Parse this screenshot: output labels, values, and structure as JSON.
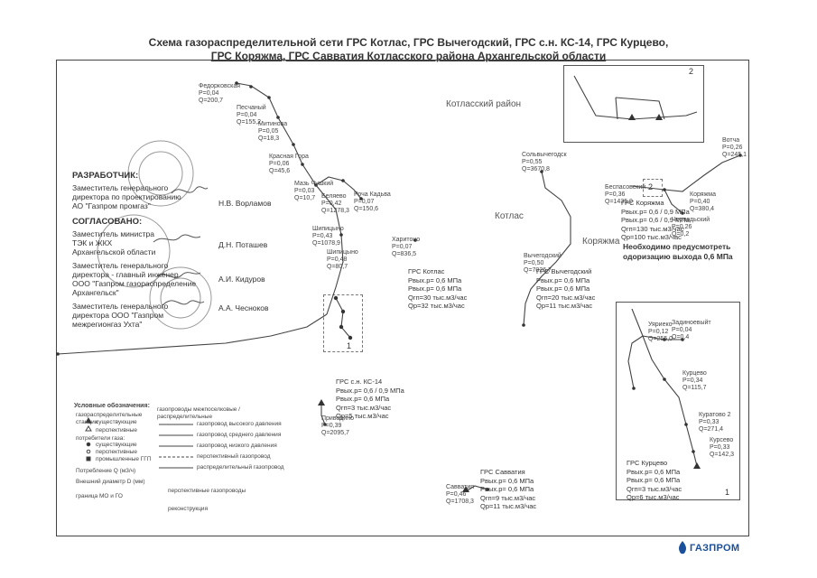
{
  "title": {
    "line1": "Схема газораспределительной сети ГРС Котлас, ГРС Вычегодский, ГРС с.н. КС-14, ГРС Курцево,",
    "line2": "ГРС Коряжма, ГРС Савватия Котласского района Архангельской области"
  },
  "regions": {
    "kotlas_district": "Котласский район",
    "kotlas": "Котлас",
    "koryazhma": "Коряжма"
  },
  "box_numbers": {
    "one": "1",
    "two": "2"
  },
  "grs": {
    "kotlas": "ГРС Котлас\nРвых.р= 0,6 МПа\nРвых.р= 0,6 МПа\nQгп=30 тыс.м3/час\nQр=32 тыс.м3/час",
    "vychegodsky": "ГРС Вычегодский\nРвых.р= 0,6 МПа\nРвых.р= 0,6 МПа\nQгп=20 тыс.м3/час\nQр=11 тыс.м3/час",
    "koryazhma": "ГРС Коряжма\nРвых.р= 0,6 / 0,9 МПа\nРвых.р= 0,6 / 0,9 МПа\nQгп=130 тыс.м3/час\nQр=100 тыс.м3/час",
    "ks14": "ГРС с.н. КС-14\nРвых.р= 0,6 / 0,9 МПа\nРвых.р= 0,6 МПа\nQгп=3 тыс.м3/час\nQр=5 тыс.м3/час",
    "savvatiya": "ГРС Савватия\nРвых.р= 0,6 МПа\nРвых.р= 0,6 МПа\nQгп=9 тыс.м3/час\nQр=11 тыс.м3/час",
    "kurtsevo": "ГРС Курцево\nРвых.р= 0,6 МПа\nРвых.р= 0,6 МПа\nQгп=3 тыс.м3/час\nQр=6 тыс.м3/час"
  },
  "note": "Необходимо предусмотреть\nодоризацию выхода 0,6 МПа",
  "approvals": {
    "developer_heading": "РАЗРАБОТЧИК:",
    "developer_role": "Заместитель генерального\nдиректора по проектированию\nАО \"Газпром промгаз\"",
    "developer_name": "Н.В. Ворламов",
    "agreed_heading": "СОГЛАСОВАНО:",
    "agreed1_role": "Заместитель министра\nТЭК и ЖКХ\nАрхангельской области",
    "agreed1_name": "Д.Н. Поташев",
    "agreed2_role": "Заместитель генерального\nдиректора - главный инженер\nООО \"Газпром газораспределение\nАрхангельск\"",
    "agreed2_name": "А.И. Кидуров",
    "agreed3_role": "Заместитель генерального\nдиректора ООО \"Газпром\nмежрегионгаз Ухта\"",
    "agreed3_name": "А.А. Чесноков"
  },
  "settlements": [
    {
      "label": "Федорковская\nР=0,04\nQ=200,7"
    },
    {
      "label": "Песчаный\nР=0,04\nQ=155,2"
    },
    {
      "label": "Митинова\nР=0,05\nQ=18,3"
    },
    {
      "label": "Красная Гора\nР=0,06\nQ=45,6"
    },
    {
      "label": "Мазь Чушкий\nР=0,03\nQ=10,7"
    },
    {
      "label": "Беляево\nР=0,42\nQ=1278,3"
    },
    {
      "label": "Роча Кадьва\nР=0,07\nQ=150,6"
    },
    {
      "label": "Шипицыно\nР=0,43\nQ=1078,9"
    },
    {
      "label": "Шипицыно\nР=0,48\nQ=80,7"
    },
    {
      "label": "Харитоно\nР=0,07\nQ=836,5"
    },
    {
      "label": "Приводино\nР=0,39\nQ=2095,7"
    },
    {
      "label": "Сольвычегодск\nР=0,55\nQ=3670,8"
    },
    {
      "label": "Вычегодский\nР=0,50\nQ=7026,7"
    },
    {
      "label": "Беспасовский\nР=0,36\nQ=1435,0"
    },
    {
      "label": "Коряжма\nР=0,40\nQ=380,4"
    },
    {
      "label": "Чернодьский\nР=0,26\nQ=0,2"
    },
    {
      "label": "Вотча\nР=0,26\nQ=245,1"
    },
    {
      "label": "Уяриеко\nР=0,12\nQ=255,0"
    },
    {
      "label": "Задиноевыйт\nР=0,04\nQ=0,4"
    },
    {
      "label": "Курцево\nР=0,34\nQ=115,7"
    },
    {
      "label": "Куратово 2\nР=0,33\nQ=271,4"
    },
    {
      "label": "Курсево\nР=0,33\nQ=142,3"
    },
    {
      "label": "Савватия\nР=0,46\nQ=1708,3"
    }
  ],
  "legend": {
    "heading": "Условные обозначения:",
    "col1_heading": "газораспределительные станции",
    "grs_existing": "существующие",
    "grs_planned": "перспективные",
    "points_heading": "потребители газа:",
    "point_existing": "существующие",
    "point_planned": "перспективные",
    "point_industrial": "промышленные ГГП",
    "col2_heading": "газопроводы межпоселковые / распределительные",
    "line_high": "газопровод высокого давления",
    "line_medium": "газопровод среднего давления",
    "line_low": "газопровод низкого давления",
    "line_planned": "перспективный газопровод",
    "line_dist": "распределительный газопровод",
    "consumption": "Потребление Q (м3/ч)",
    "diameter": "Внешний диаметр D (мм)",
    "border": "граница МО и ГО",
    "prospective": "перспективные газопроводы",
    "reconstruct": "реконструкция"
  },
  "logo": {
    "text": "ГАЗПРОМ"
  },
  "colors": {
    "line": "#444444",
    "logo": "#1a4f9c",
    "stamp": "#999999"
  }
}
